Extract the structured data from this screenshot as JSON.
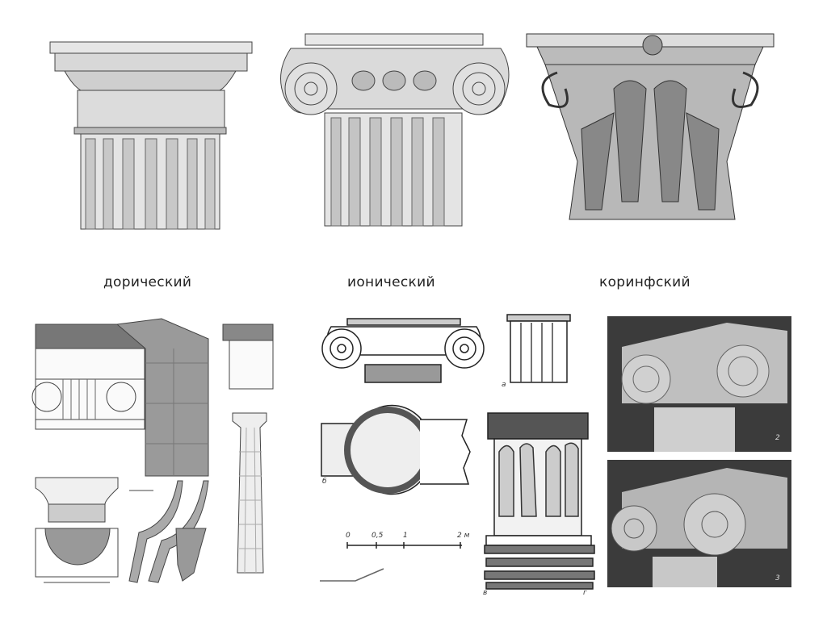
{
  "orders": [
    {
      "id": "doric",
      "label": "дорический"
    },
    {
      "id": "ionic",
      "label": "ионический"
    },
    {
      "id": "corinthian",
      "label": "коринфский"
    }
  ],
  "figure_marks": {
    "a": "а",
    "b": "б",
    "v": "в",
    "g": "г",
    "photo_2": "2",
    "photo_3": "3"
  },
  "scale_bar": {
    "ticks": [
      "0",
      "0,5",
      "1",
      "2 м"
    ]
  },
  "colors": {
    "line": "#333333",
    "photo_bg": "#3b3b3b",
    "stone": "#d8d8d8"
  }
}
